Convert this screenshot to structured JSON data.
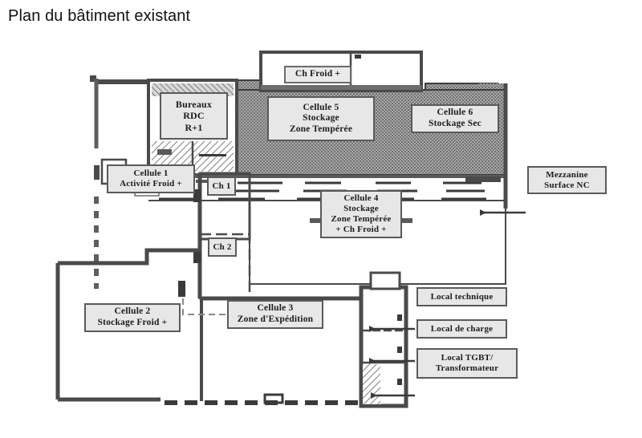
{
  "page": {
    "title": "Plan du bâtiment existant"
  },
  "plan": {
    "labels": {
      "bureaux": {
        "line1": "Bureaux",
        "line2": "RDC",
        "line3": "R+1"
      },
      "ch_froid_top": {
        "line1": "Ch  Froid +"
      },
      "cellule5": {
        "line1": "Cellule 5",
        "line2": "Stockage",
        "line3": "Zone Tempérée"
      },
      "cellule6": {
        "line1": "Cellule 6",
        "line2": "Stockage Sec"
      },
      "cellule1": {
        "line1": "Cellule 1",
        "line2": "Activité Froid +"
      },
      "ch1": {
        "line1": "Ch 1"
      },
      "ch2": {
        "line1": "Ch 2"
      },
      "cellule4": {
        "line1": "Cellule 4",
        "line2": "Stockage",
        "line3": "Zone Tempérée",
        "line4": "+ Ch Froid +"
      },
      "mezzanine": {
        "line1": "Mezzanine",
        "line2": "Surface NC"
      },
      "cellule2": {
        "line1": "Cellule 2",
        "line2": "Stockage Froid +"
      },
      "cellule3": {
        "line1": "Cellule 3",
        "line2": "Zone d'Expédition"
      },
      "local_technique": {
        "line1": "Local technique"
      },
      "local_charge": {
        "line1": "Local de charge"
      },
      "local_tgbt": {
        "line1": "Local TGBT/",
        "line2": "Transformateur"
      }
    },
    "colors": {
      "label_fill": "#e7e7e7",
      "label_border": "#5a5a5a",
      "wall": "#4a4a4a",
      "hatch_dark": "#8a8a8a",
      "background": "#ffffff",
      "text": "#1b1b1b"
    }
  }
}
